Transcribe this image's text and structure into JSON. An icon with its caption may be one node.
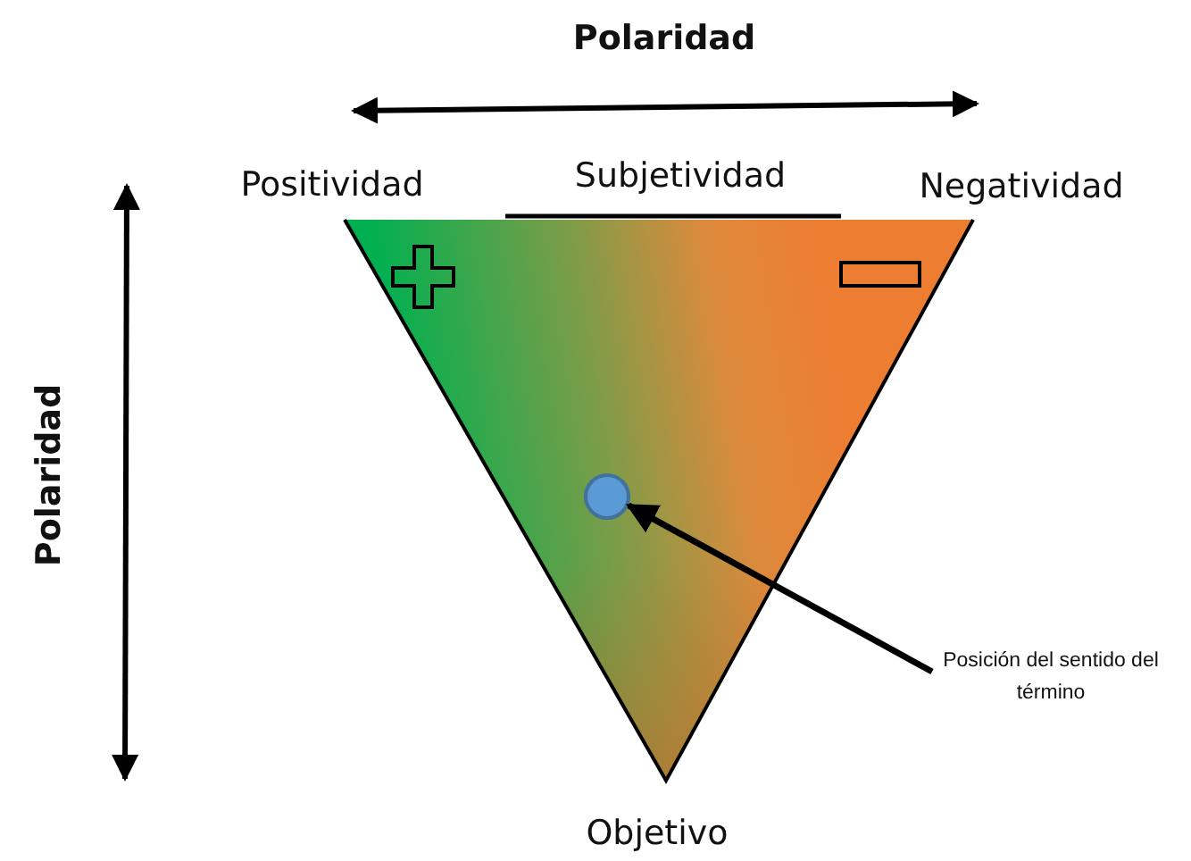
{
  "diagram": {
    "nodes": [
      {
        "text": [],
        "shape": "triangle"
      },
      {
        "text": [],
        "shape": "circle",
        "in": 0
      },
      {
        "text": [
          "Posición del sentido del término"
        ]
      }
    ],
    "edges": [
      {
        "from": 2,
        "to": 1,
        "arrow": "to"
      }
    ],
    "labels": [
      "Polaridad",
      "Positividad",
      "Subjetividad",
      "Negatividad",
      "Polaridad",
      "Objetivo"
    ]
  }
}
